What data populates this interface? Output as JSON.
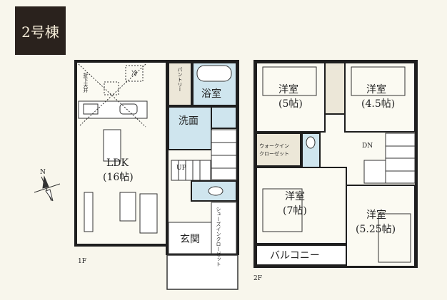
{
  "building_label": "2号棟",
  "compass": "N",
  "floor1": {
    "label": "1F",
    "ldk": "LDK",
    "ldk_size": "(16帖)",
    "lowered_ceiling": "折下天井",
    "fridge": "冷",
    "pantry": "パントリー",
    "bath": "浴室",
    "washroom": "洗面",
    "stairs_up": "UP",
    "entrance": "玄関",
    "shoe_closet": "シューズインクローゼット"
  },
  "floor2": {
    "label": "2F",
    "rooms": [
      {
        "name": "洋室",
        "size": "(5帖)"
      },
      {
        "name": "洋室",
        "size": "(4.5帖)"
      },
      {
        "name": "洋室",
        "size": "(7帖)"
      },
      {
        "name": "洋室",
        "size": "(5.25帖)"
      }
    ],
    "walk_in_closet_1": "ウォークイン",
    "walk_in_closet_2": "クローゼット",
    "stairs_down": "DN",
    "balcony": "バルコニー"
  },
  "colors": {
    "wall": "#1e1e1e",
    "wet_area": "#cfe5ee",
    "floor": "#fbfaf2",
    "closet": "#ece7d8",
    "badge": "#2a221d"
  }
}
